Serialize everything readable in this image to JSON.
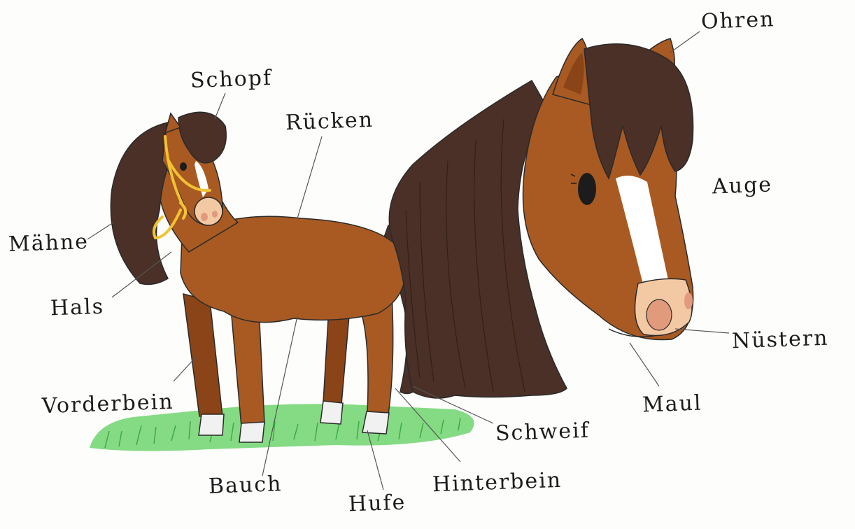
{
  "labels": {
    "ohren": "Ohren",
    "schopf": "Schopf",
    "ruecken": "Rücken",
    "auge": "Auge",
    "maehne": "Mähne",
    "hals": "Hals",
    "nuestern": "Nüstern",
    "vorderbein": "Vorderbein",
    "maul": "Maul",
    "schweif": "Schweif",
    "hinterbein": "Hinterbein",
    "bauch": "Bauch",
    "hufe": "Hufe"
  },
  "colors": {
    "coat": "#a85a22",
    "coat_dark": "#8a4418",
    "mane": "#4a3027",
    "mane_light": "#6b4b3e",
    "blaze": "#ffffff",
    "muzzle": "#f3c9a4",
    "nostril": "#e29a7c",
    "grass": "#4cbf4c",
    "halter": "#f1c232",
    "line": "#2a2a2a"
  }
}
